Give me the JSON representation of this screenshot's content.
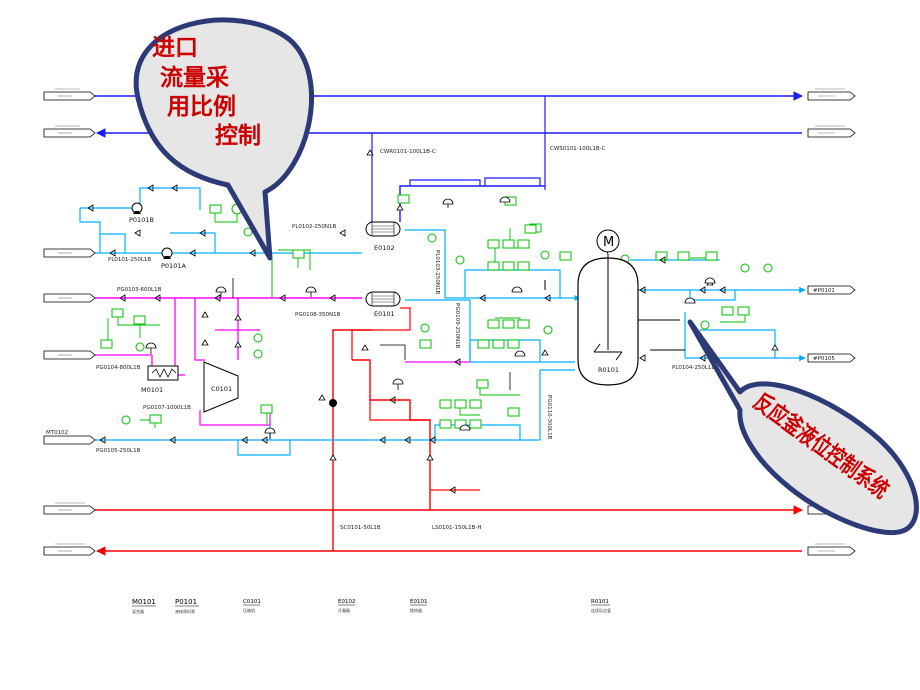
{
  "callouts": {
    "left_lines": [
      "进口",
      "流量采",
      "用比例",
      "控制"
    ],
    "right_text": "反应釜液位控制系统"
  },
  "equipment": {
    "p0101b": "P0101B",
    "p0101a": "P0101A",
    "m0101": "M0101",
    "c0101": "C0101",
    "e0102": "E0102",
    "e0101": "E0101",
    "r0101": "R0101",
    "motor": "M"
  },
  "pipes": {
    "cwr": "CWR0101-100L1B-C",
    "cws": "CWS0101-100L1B-C",
    "pl0101": "PL0101-250L1B",
    "pl0102": "PL0102-250N1B",
    "pg0103": "PG0103-600L1B",
    "pg0104": "PG0104-800L1B",
    "pg0107": "PG0107-1000L1B",
    "pg0105": "PG0105-250L1B",
    "pg0108": "PG0108-350N1B",
    "pl0103": "PL0103-250N1B",
    "pg0109": "PG0109-250N1B",
    "pg0110": "PG0110-300L1B",
    "sc0101": "SC0101-50L1B",
    "ls0101": "LS0101-150L1B-H",
    "mt0102": "MT0102",
    "pl0104": "PL0104-250L1B",
    "out_top": "#P0101",
    "out_mid": "#P0105"
  },
  "legend": [
    {
      "tag": "M0101",
      "desc": "混合器"
    },
    {
      "tag": "P0101",
      "desc": "液体原料泵"
    },
    {
      "tag": "C0101",
      "desc": "压缩机"
    },
    {
      "tag": "E0102",
      "desc": "冷凝器"
    },
    {
      "tag": "E0101",
      "desc": "换热器"
    },
    {
      "tag": "R0101",
      "desc": "连续反应釜"
    }
  ],
  "colors": {
    "blue": "#1a1aff",
    "red": "#ff0000",
    "magenta": "#ff00ff",
    "green": "#00c000",
    "cyan": "#00b0ff",
    "callout_fill": "#e6e6e6",
    "callout_border": "#2c3a78",
    "callout_text": "#cc0000"
  }
}
